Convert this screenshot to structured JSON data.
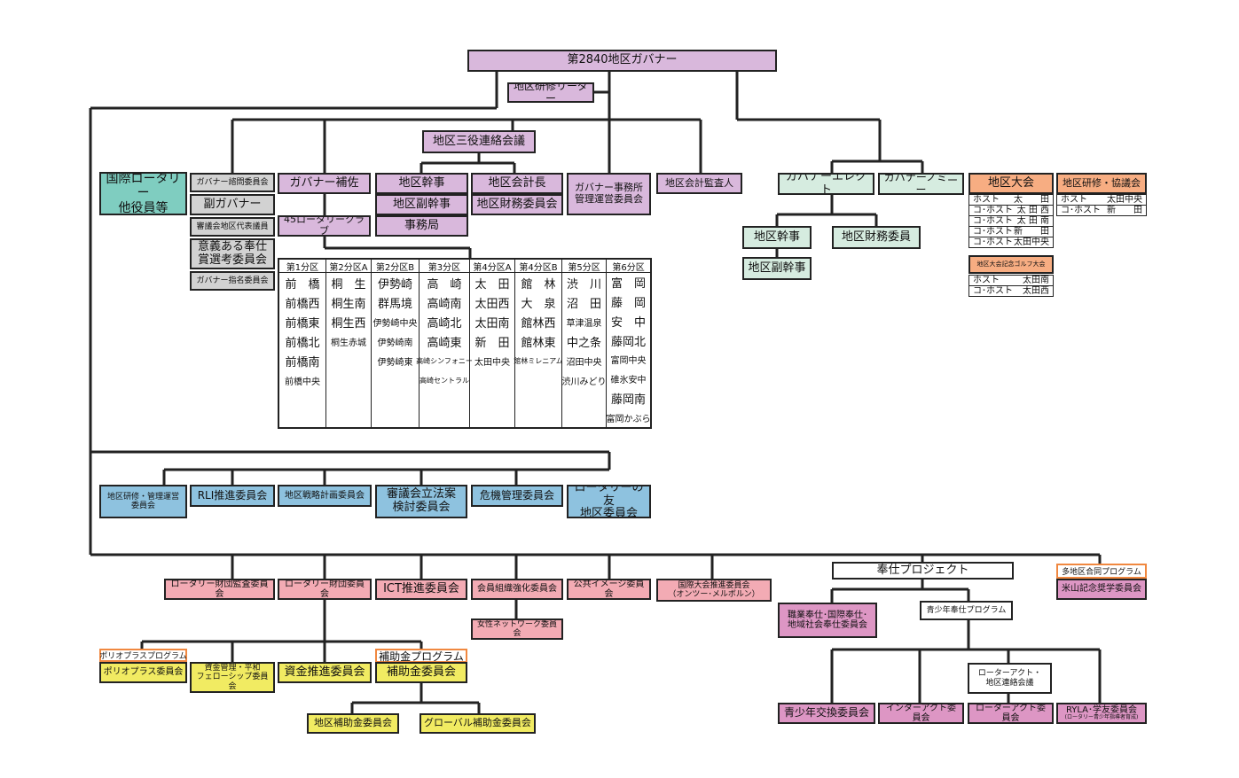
{
  "governor": "第2840地区ガバナー",
  "training_leader": "地区研修リーダー",
  "tri_council": "地区三役連絡会議",
  "ri_officers": "国際ロータリー\n他役員等",
  "left_stack": {
    "advisory": "ガバナー諮問委員会",
    "vice_governor": "副ガバナー",
    "council_rep": "審議会地区代表議員",
    "service_award": "意義ある奉仕\n賞選考委員会",
    "nominating": "ガバナー指名委員会"
  },
  "assistant_governor": "ガバナー補佐",
  "clubs_45": "45ロータリークラブ",
  "secretary": "地区幹事",
  "vice_secretary": "地区副幹事",
  "office": "事務局",
  "treasurer": "地区会計長",
  "finance_committee": "地区財務委員会",
  "gov_office_committee": "ガバナー事務所\n管理運営委員会",
  "auditor": "地区会計監査人",
  "governor_elect": "ガバナーエレクト",
  "governor_nominee": "ガバナーノミニー",
  "ge_secretary": "地区幹事",
  "ge_finance": "地区財務委員",
  "ge_vice_secretary": "地区副幹事",
  "conference": {
    "title": "地区大会",
    "hosts": [
      {
        "role": "ホスト",
        "name": "太　　田"
      },
      {
        "role": "コ･ホスト",
        "name": "太 田 西"
      },
      {
        "role": "コ･ホスト",
        "name": "太 田 南"
      },
      {
        "role": "コ･ホスト",
        "name": "新　　田"
      },
      {
        "role": "コ･ホスト",
        "name": "太田中央"
      }
    ]
  },
  "golf": {
    "title": "地区大会記念ゴルフ大会",
    "hosts": [
      {
        "role": "ホスト",
        "name": "太田南"
      },
      {
        "role": "コ･ホスト",
        "name": "太田西"
      }
    ]
  },
  "training_assembly": {
    "title": "地区研修・協議会",
    "hosts": [
      {
        "role": "ホスト",
        "name": "太田中央"
      },
      {
        "role": "コ･ホスト",
        "name": "新　　田"
      }
    ]
  },
  "zones": [
    {
      "name": "第1分区",
      "clubs": [
        "前　橋",
        "前橋西",
        "前橋東",
        "前橋北",
        "前橋南",
        "前橋中央"
      ]
    },
    {
      "name": "第2分区A",
      "clubs": [
        "桐　生",
        "桐生南",
        "桐生西",
        "桐生赤城"
      ]
    },
    {
      "name": "第2分区B",
      "clubs": [
        "伊勢崎",
        "群馬境",
        "伊勢崎中央",
        "伊勢崎南",
        "伊勢崎東"
      ]
    },
    {
      "name": "第3分区",
      "clubs": [
        "高　崎",
        "高崎南",
        "高崎北",
        "高崎東",
        "高崎シンフォニー",
        "高崎セントラル"
      ]
    },
    {
      "name": "第4分区A",
      "clubs": [
        "太　田",
        "太田西",
        "太田南",
        "新　田",
        "太田中央"
      ]
    },
    {
      "name": "第4分区B",
      "clubs": [
        "館　林",
        "大　泉",
        "館林西",
        "館林東",
        "館林ミレニアム"
      ]
    },
    {
      "name": "第5分区",
      "clubs": [
        "渋　川",
        "沼　田",
        "草津温泉",
        "中之条",
        "沼田中央",
        "渋川みどり"
      ]
    },
    {
      "name": "第6分区",
      "clubs": [
        "富　岡",
        "藤　岡",
        "安　中",
        "藤岡北",
        "富岡中央",
        "碓氷安中",
        "藤岡南",
        "富岡かぶら"
      ]
    }
  ],
  "admin_committees": [
    "地区研修・管理運営\n委員会",
    "RLI推進委員会",
    "地区戦略計画委員会",
    "審議会立法案\n検討委員会",
    "危機管理委員会",
    "ロータリーの友\n地区委員会"
  ],
  "foundation_row": {
    "audit": "ロータリー財団監査委員会",
    "foundation": "ロータリー財団委員会",
    "ict": "ICT推進委員会",
    "membership": "会員組織強化委員会",
    "public_image": "公共イメージ委員会",
    "convention": "国際大会推進委員会\n（オンツー･メルボルン）"
  },
  "women_network": "女性ネットワーク委員会",
  "polio_tag": "ポリオプラスプログラム",
  "polio": "ポリオプラス委員会",
  "stewardship": "資金管理・平和\nフェローシップ委員会",
  "fundraising": "資金推進委員会",
  "grant_tag": "補助金プログラム",
  "grant": "補助金委員会",
  "district_grant": "地区補助金委員会",
  "global_grant": "グローバル補助金委員会",
  "service_projects": "奉仕プロジェクト",
  "vocational": "職業奉仕･国際奉仕･\n地域社会奉仕委員会",
  "youth_program": "青少年奉仕プログラム",
  "rotaract_liaison": "ローターアクト・\n地区連絡会議",
  "youth_exchange": "青少年交換委員会",
  "interact": "インターアクト委員会",
  "rotaract": "ローターアクト委員会",
  "ryla": "RYLA･学友委員会",
  "ryla_sub": "(ロータリー青少年指導者育成)",
  "multi_tag": "多地区合同プログラム",
  "yoneyama": "米山記念奨学委員会",
  "colors": {
    "purple": "#d9b8dc",
    "teal": "#7fcdc0",
    "gray": "#d2d2d2",
    "mint": "#d6ece0",
    "orange": "#f7ad82",
    "blue": "#8ec2df",
    "pink": "#f3abb4",
    "yellow": "#f1eb62",
    "magenta": "#dd96c4",
    "tag_border": "#f08840"
  }
}
